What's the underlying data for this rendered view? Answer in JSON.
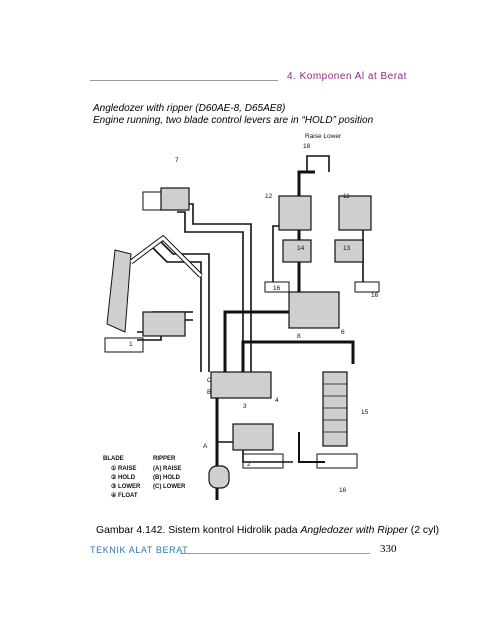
{
  "header": {
    "chapter": "4.  Komponen  Al at  Berat"
  },
  "caption_top": {
    "line1": "Angledozer with ripper (D60AE-8, D65AE8)",
    "line2": "Engine running, two blade control levers are in “HOLD” position"
  },
  "diagram": {
    "raise_lower": "Raise  Lower",
    "blade_title": "BLADE",
    "ripper_title": "RIPPER",
    "blade_items": [
      "RAISE",
      "HOLD",
      "LOWER",
      "FLOAT"
    ],
    "ripper_items": [
      "RAISE",
      "HOLD",
      "LOWER"
    ],
    "ripper_marks": [
      "A",
      "B",
      "C"
    ],
    "numbers": {
      "n1": "1",
      "n2": "2",
      "n3": "3",
      "n4": "4",
      "n6": "6",
      "n7": "7",
      "n8": "8",
      "n11": "11",
      "n12": "12",
      "n13": "13",
      "n14": "14",
      "n15": "15",
      "n16a": "16",
      "n16b": "16",
      "n16c": "16",
      "n18": "18"
    },
    "letters": {
      "a": "A",
      "c": "C",
      "b": "B"
    }
  },
  "caption_bottom": {
    "prefix": "Gambar 4.142. Sistem kontrol Hidrolik pada ",
    "italic": "Angledozer with Ripper",
    "suffix": " (2 cyl)"
  },
  "footer": {
    "title": "TEKNIK ALAT BERAT",
    "page": "330"
  }
}
